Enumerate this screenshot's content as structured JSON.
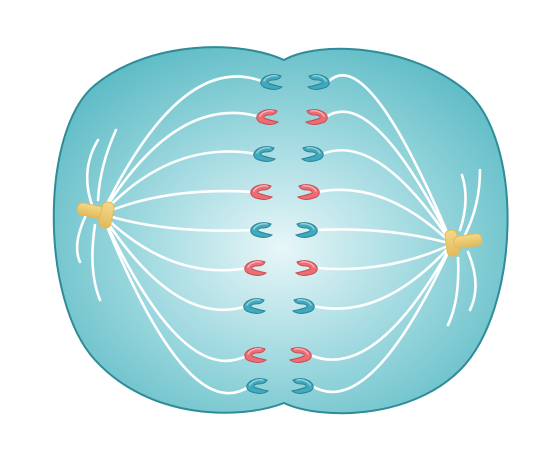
{
  "diagram": {
    "colors": {
      "background": "#ffffff",
      "cell_fill_center": "#e8f6f8",
      "cell_fill_mid": "#a9dde3",
      "cell_fill_edge": "#5fbcc6",
      "cell_outline": "#2f8b97",
      "spindle_fiber": "#ffffff",
      "centrosome_fill": "#f4d98a",
      "centrosome_shade": "#e2b95a",
      "chromatid_teal": "#3fa9bd",
      "chromatid_teal_dark": "#2a8499",
      "chromatid_red": "#ec6e74",
      "chromatid_red_dark": "#c94a53"
    },
    "chromosome_pairs": [
      {
        "color": "teal"
      },
      {
        "color": "red"
      },
      {
        "color": "teal"
      },
      {
        "color": "red"
      },
      {
        "color": "teal"
      },
      {
        "color": "red"
      },
      {
        "color": "teal"
      },
      {
        "color": "red"
      },
      {
        "color": "teal"
      }
    ]
  }
}
